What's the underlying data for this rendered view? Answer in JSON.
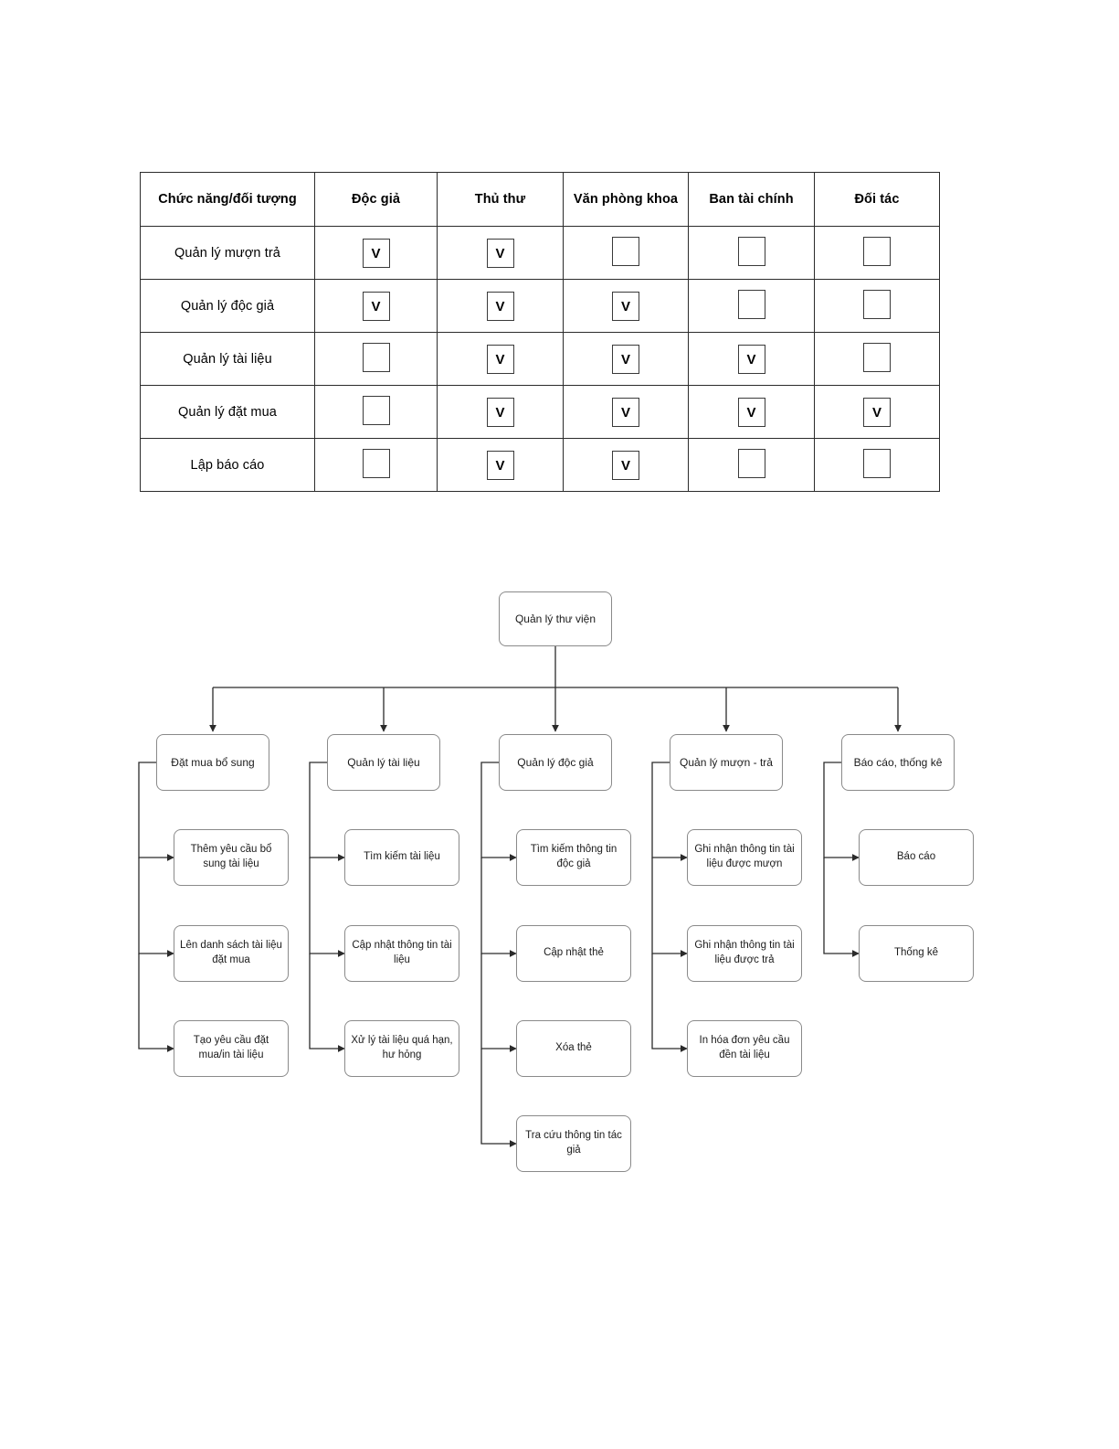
{
  "matrix": {
    "title": "Chức năng/đối tượng matrix",
    "columns": [
      "Chức năng/đối tượng",
      "Độc giả",
      "Thủ thư",
      "Văn phòng khoa",
      "Ban tài chính",
      "Đối tác"
    ],
    "check_mark": "V",
    "rows": [
      {
        "function": "Quản lý mượn trả",
        "marks": [
          "V",
          "V",
          "",
          "",
          ""
        ]
      },
      {
        "function": "Quản lý độc giả",
        "marks": [
          "V",
          "V",
          "V",
          "",
          ""
        ]
      },
      {
        "function": "Quản lý tài liệu",
        "marks": [
          "",
          "V",
          "V",
          "V",
          ""
        ]
      },
      {
        "function": "Quản lý đặt mua",
        "marks": [
          "",
          "V",
          "V",
          "V",
          "V"
        ]
      },
      {
        "function": "Lập báo cáo",
        "marks": [
          "",
          "V",
          "V",
          "",
          ""
        ]
      }
    ]
  },
  "tree": {
    "root": "Quản lý thư viện",
    "branches": [
      {
        "label": "Đặt mua bổ sung",
        "children": [
          "Thêm yêu cầu bổ sung tài liệu",
          "Lên danh sách tài liệu đặt mua",
          "Tạo yêu cầu đặt mua/in tài liệu"
        ]
      },
      {
        "label": "Quản lý tài liệu",
        "children": [
          "Tìm kiếm tài liệu",
          "Cập nhật thông tin tài liệu",
          "Xử lý tài liệu quá hạn, hư hỏng"
        ]
      },
      {
        "label": "Quản lý độc giả",
        "children": [
          "Tìm kiếm thông tin độc giả",
          "Cập nhật thẻ",
          "Xóa thẻ",
          "Tra cứu thông tin tác giả"
        ]
      },
      {
        "label": "Quản lý mượn - trả",
        "children": [
          "Ghi nhận thông tin tài liệu được mượn",
          "Ghi nhận thông tin tài liệu được trả",
          "In hóa đơn yêu cầu đền tài liệu"
        ]
      },
      {
        "label": "Báo cáo, thống kê",
        "children": [
          "Báo cáo",
          "Thống kê"
        ]
      }
    ]
  },
  "colors": {
    "table_border": "#2b2b2b",
    "checkbox_border": "#3a3a3a",
    "node_border": "#8a8a8a",
    "connector": "#2b2b2b",
    "background": "#ffffff",
    "text": "#1b1b1b"
  }
}
